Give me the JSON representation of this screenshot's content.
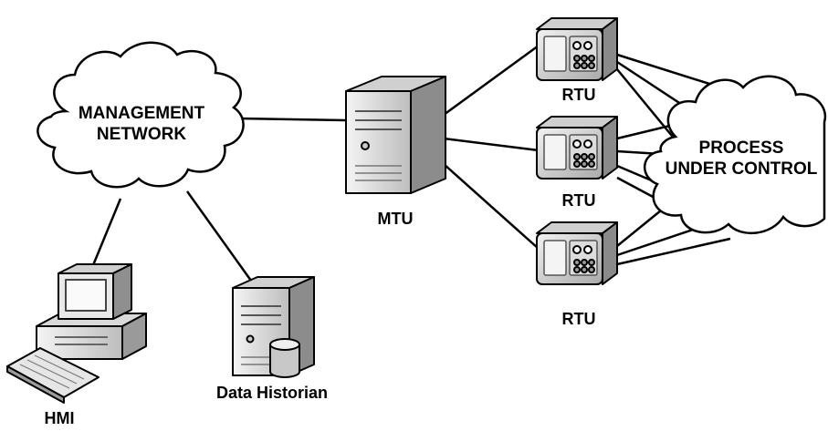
{
  "labels": {
    "management_network": "MANAGEMENT\nNETWORK",
    "process_under_control": "PROCESS\nUNDER CONTROL",
    "mtu": "MTU",
    "rtu_1": "RTU",
    "rtu_2": "RTU",
    "rtu_3": "RTU",
    "hmi": "HMI",
    "data_historian": "Data Historian"
  },
  "icons": {
    "management_cloud": "cloud-icon",
    "process_cloud": "cloud-icon",
    "mtu": "server-tower-icon",
    "rtu": "rtu-cabinet-icon",
    "hmi": "desktop-computer-icon",
    "data_historian": "database-server-icon"
  },
  "colors": {
    "stroke": "#000000",
    "fill_light": "#ffffff",
    "fill_device": "#e8e8e8",
    "fill_device_dark": "#9a9a9a"
  }
}
